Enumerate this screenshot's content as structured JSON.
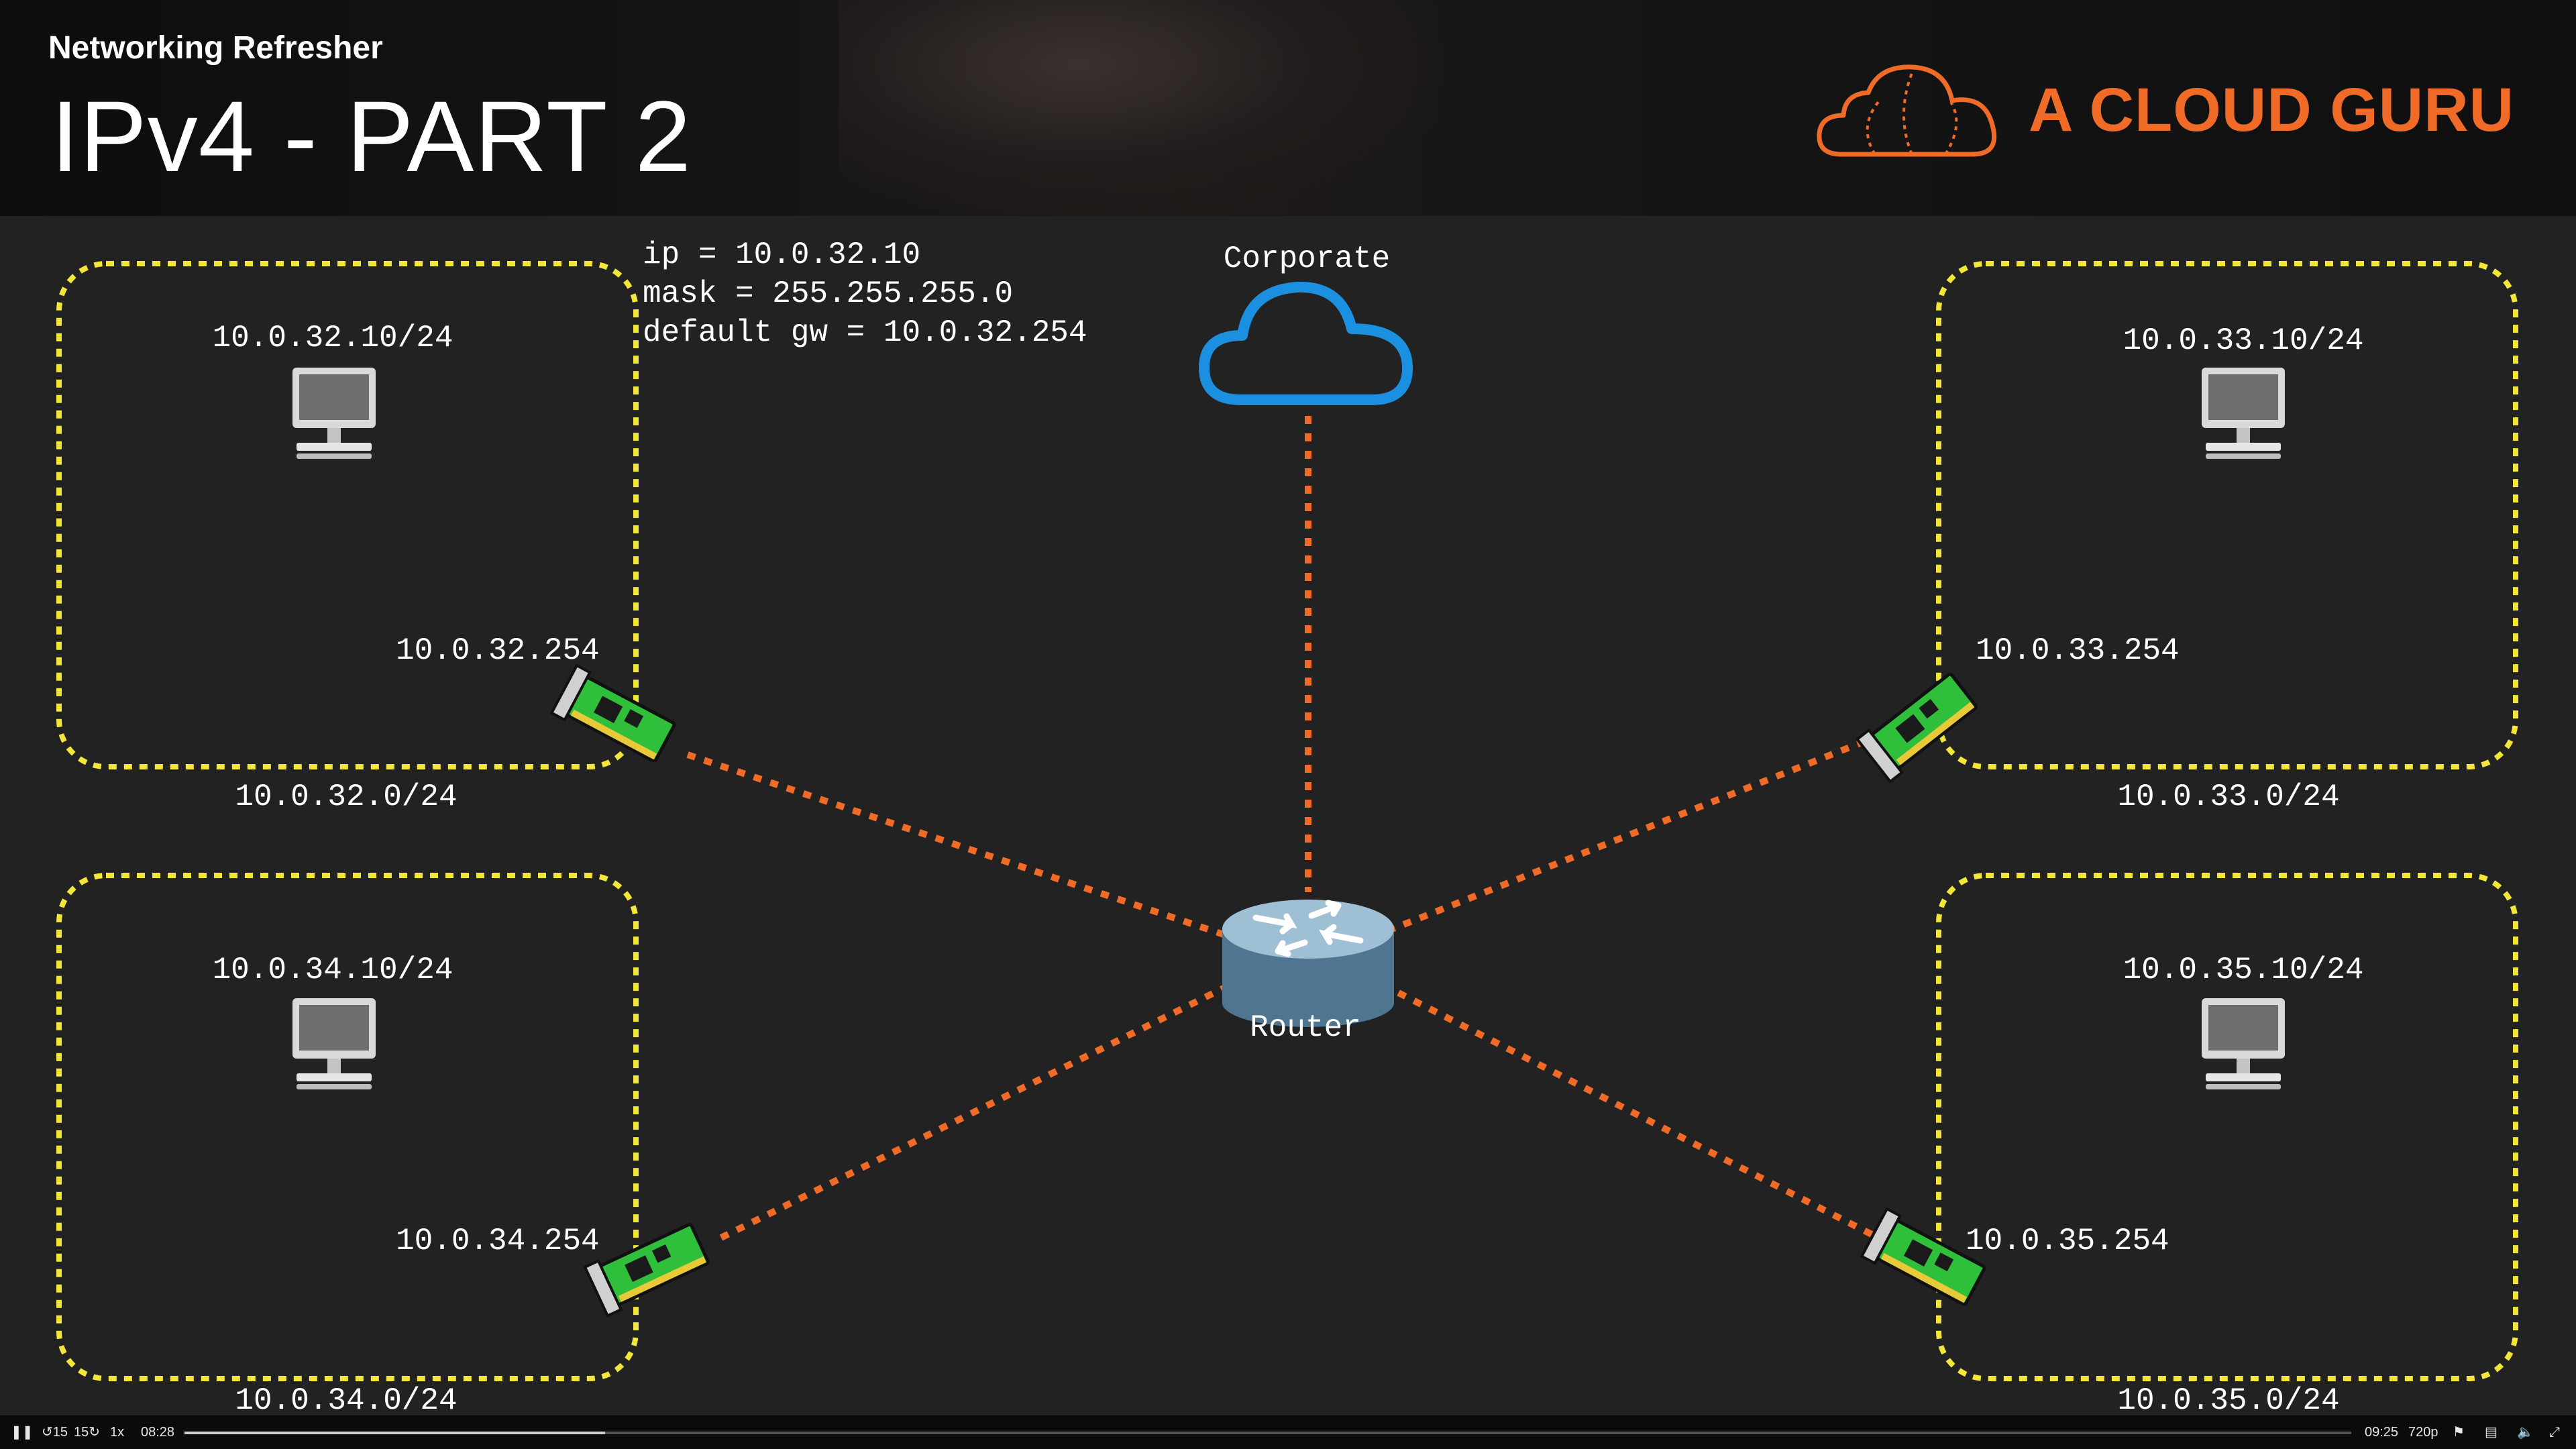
{
  "header": {
    "course_title": "Networking Refresher",
    "lesson_title": "IPv4 - PART 2",
    "brand_name": "A CLOUD GURU",
    "brand_color": "#f06a28"
  },
  "diagram": {
    "config_note": {
      "lines": [
        "ip = 10.0.32.10",
        "mask = 255.255.255.0",
        "default gw = 10.0.32.254"
      ]
    },
    "cloud_label": "Corporate",
    "router_label": "Router",
    "subnets": [
      {
        "network": "10.0.32.0/24",
        "host": "10.0.32.10/24",
        "gateway": "10.0.32.254"
      },
      {
        "network": "10.0.33.0/24",
        "host": "10.0.33.10/24",
        "gateway": "10.0.33.254"
      },
      {
        "network": "10.0.34.0/24",
        "host": "10.0.34.10/24",
        "gateway": "10.0.34.254"
      },
      {
        "network": "10.0.35.0/24",
        "host": "10.0.35.10/24",
        "gateway": "10.0.35.254"
      }
    ],
    "colors": {
      "subnet_border": "#f2e63a",
      "link": "#f06a28",
      "cloud": "#1b8fe0",
      "background": "#222222"
    },
    "icons": [
      "computer-icon",
      "network-card-icon",
      "router-icon",
      "cloud-icon"
    ]
  },
  "player": {
    "play_pause_glyph": "❚❚",
    "skip_back_label": "15",
    "skip_forward_label": "15",
    "speed_label": "1x",
    "current_time": "08:28",
    "duration": "09:25",
    "quality_label": "720p",
    "progress_fraction": 0.194,
    "bookmark_icon": "bookmark-icon",
    "captions_icon": "captions-icon",
    "volume_icon": "volume-icon",
    "fullscreen_icon": "fullscreen-icon"
  }
}
